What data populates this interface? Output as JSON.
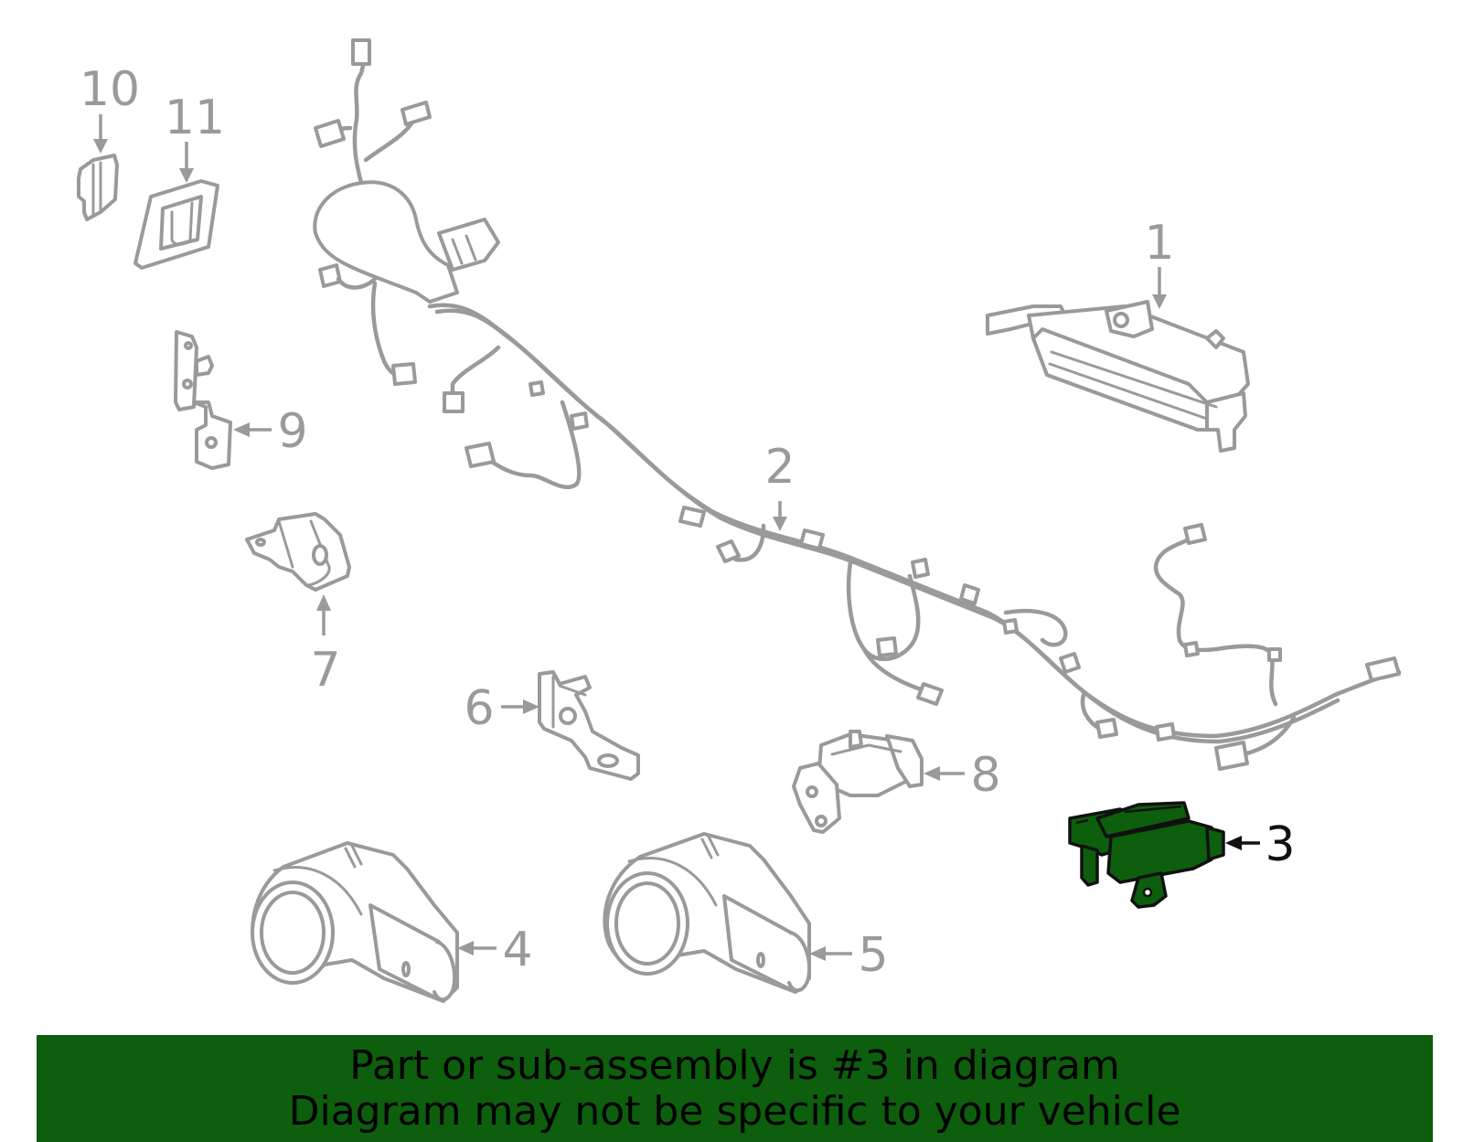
{
  "diagram": {
    "colors": {
      "line": "#9a9a9a",
      "highlight_fill": "#0d5e0d",
      "highlight_stroke": "#111111",
      "banner": "#0d5e0d"
    },
    "callouts": [
      {
        "number": "1"
      },
      {
        "number": "2"
      },
      {
        "number": "3",
        "highlighted": true
      },
      {
        "number": "4"
      },
      {
        "number": "5"
      },
      {
        "number": "6"
      },
      {
        "number": "7"
      },
      {
        "number": "8"
      },
      {
        "number": "9"
      },
      {
        "number": "10"
      },
      {
        "number": "11"
      }
    ]
  },
  "banner": {
    "line1": "Part or sub-assembly is #3 in diagram",
    "line2": "Diagram may not be specific to your vehicle"
  }
}
